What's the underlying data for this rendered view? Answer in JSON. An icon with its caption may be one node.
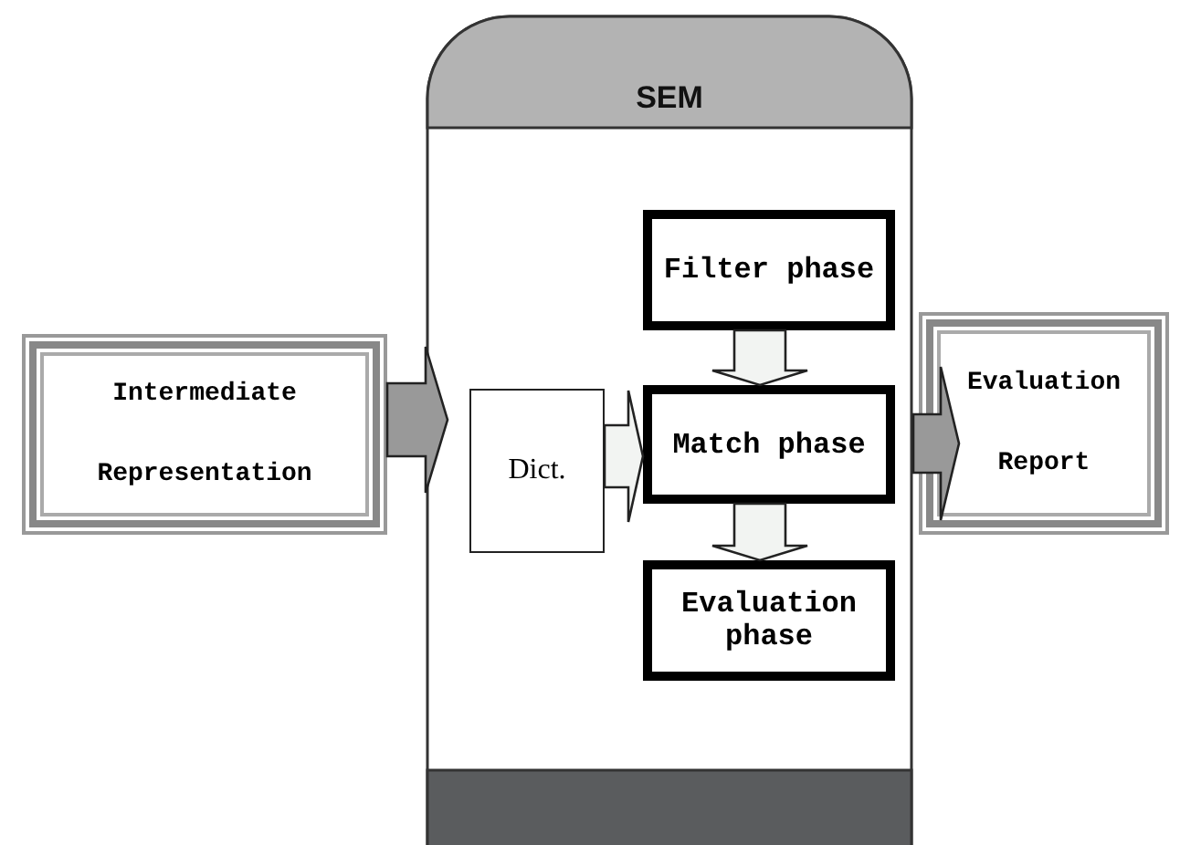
{
  "diagram": {
    "nodes": [
      {
        "text": [
          "Intermediate Representation"
        ]
      },
      {
        "text": [
          "SEM"
        ]
      },
      {
        "text": [
          "Dict."
        ],
        "in": 1
      },
      {
        "text": [
          "Filter phase"
        ],
        "in": 1
      },
      {
        "text": [
          "Match phase"
        ],
        "in": 1
      },
      {
        "text": [
          "Evaluation phase"
        ],
        "in": 1
      },
      {
        "text": [
          "Evaluation Report"
        ]
      }
    ],
    "edges": [
      {
        "from": 0,
        "to": 1,
        "arrow": "to",
        "color": "#999999"
      },
      {
        "from": 3,
        "to": 4,
        "arrow": "to"
      },
      {
        "from": 2,
        "to": 4,
        "arrow": "to"
      },
      {
        "from": 4,
        "to": 5,
        "arrow": "to"
      },
      {
        "from": 1,
        "to": 6,
        "arrow": "to",
        "color": "#999999"
      }
    ]
  }
}
